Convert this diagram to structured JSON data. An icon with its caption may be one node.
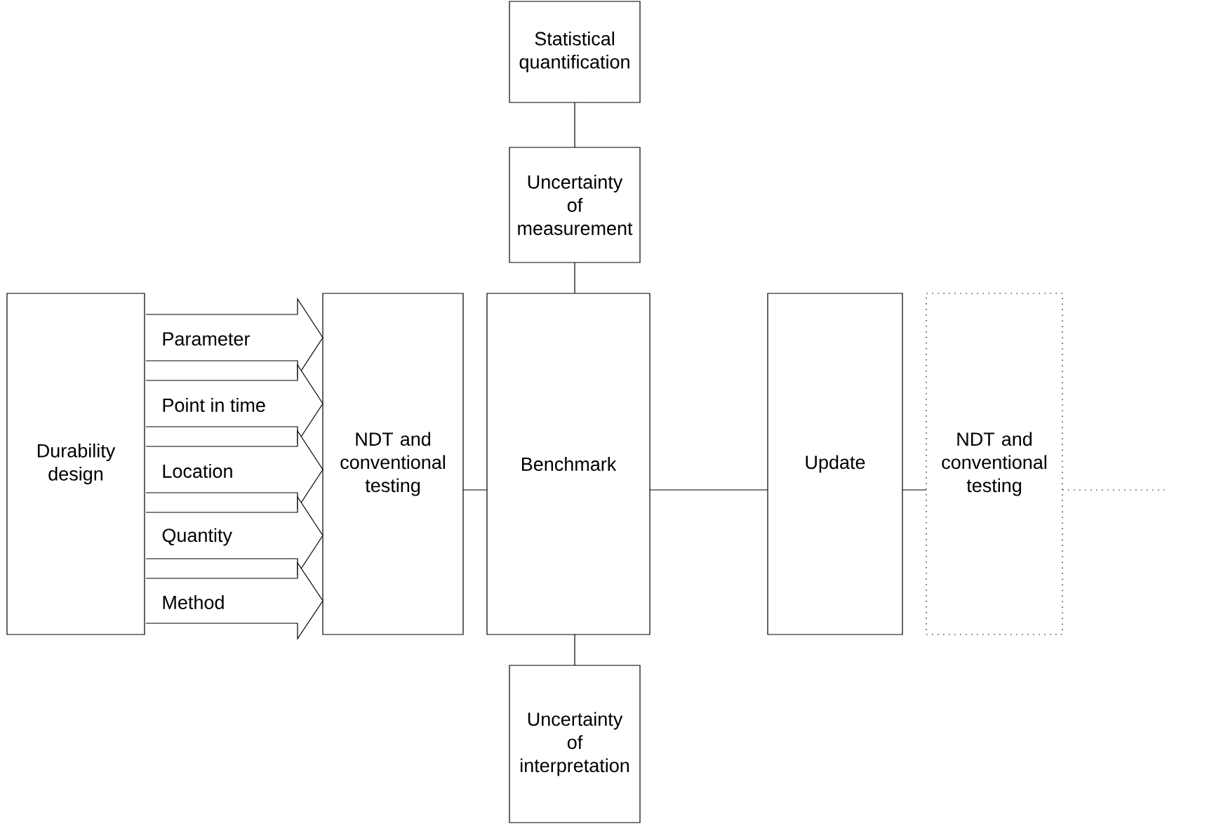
{
  "diagram": {
    "nodes": [
      {
        "text": [
          "Statistical quantification"
        ]
      },
      {
        "text": [
          "Uncertainty of measurement"
        ]
      },
      {
        "text": [
          "Durability design"
        ]
      },
      {
        "text": [
          "NDT and conventional testing"
        ]
      },
      {
        "text": [
          "Benchmark"
        ]
      },
      {
        "text": [
          "Update"
        ]
      },
      {
        "text": [
          "NDT and conventional testing"
        ]
      },
      {
        "text": [
          "Uncertainty of interpretation"
        ]
      }
    ],
    "edges": [
      {
        "from": 0,
        "to": 1,
        "arrow": "none"
      },
      {
        "from": 1,
        "to": 4,
        "arrow": "none"
      },
      {
        "from": 2,
        "to": 3,
        "arrow": "to",
        "label": "Parameter"
      },
      {
        "from": 2,
        "to": 3,
        "arrow": "to",
        "label": "Point in time"
      },
      {
        "from": 2,
        "to": 3,
        "arrow": "to",
        "label": "Location"
      },
      {
        "from": 2,
        "to": 3,
        "arrow": "to",
        "label": "Quantity"
      },
      {
        "from": 2,
        "to": 3,
        "arrow": "to",
        "label": "Method"
      },
      {
        "from": 3,
        "to": 4,
        "arrow": "none"
      },
      {
        "from": 4,
        "to": 5,
        "arrow": "none"
      },
      {
        "from": 5,
        "to": 6,
        "arrow": "none"
      },
      {
        "from": 4,
        "to": 7,
        "arrow": "none"
      },
      {
        "from": 6,
        "to": null,
        "arrow": "none",
        "style": "dashed"
      }
    ]
  }
}
